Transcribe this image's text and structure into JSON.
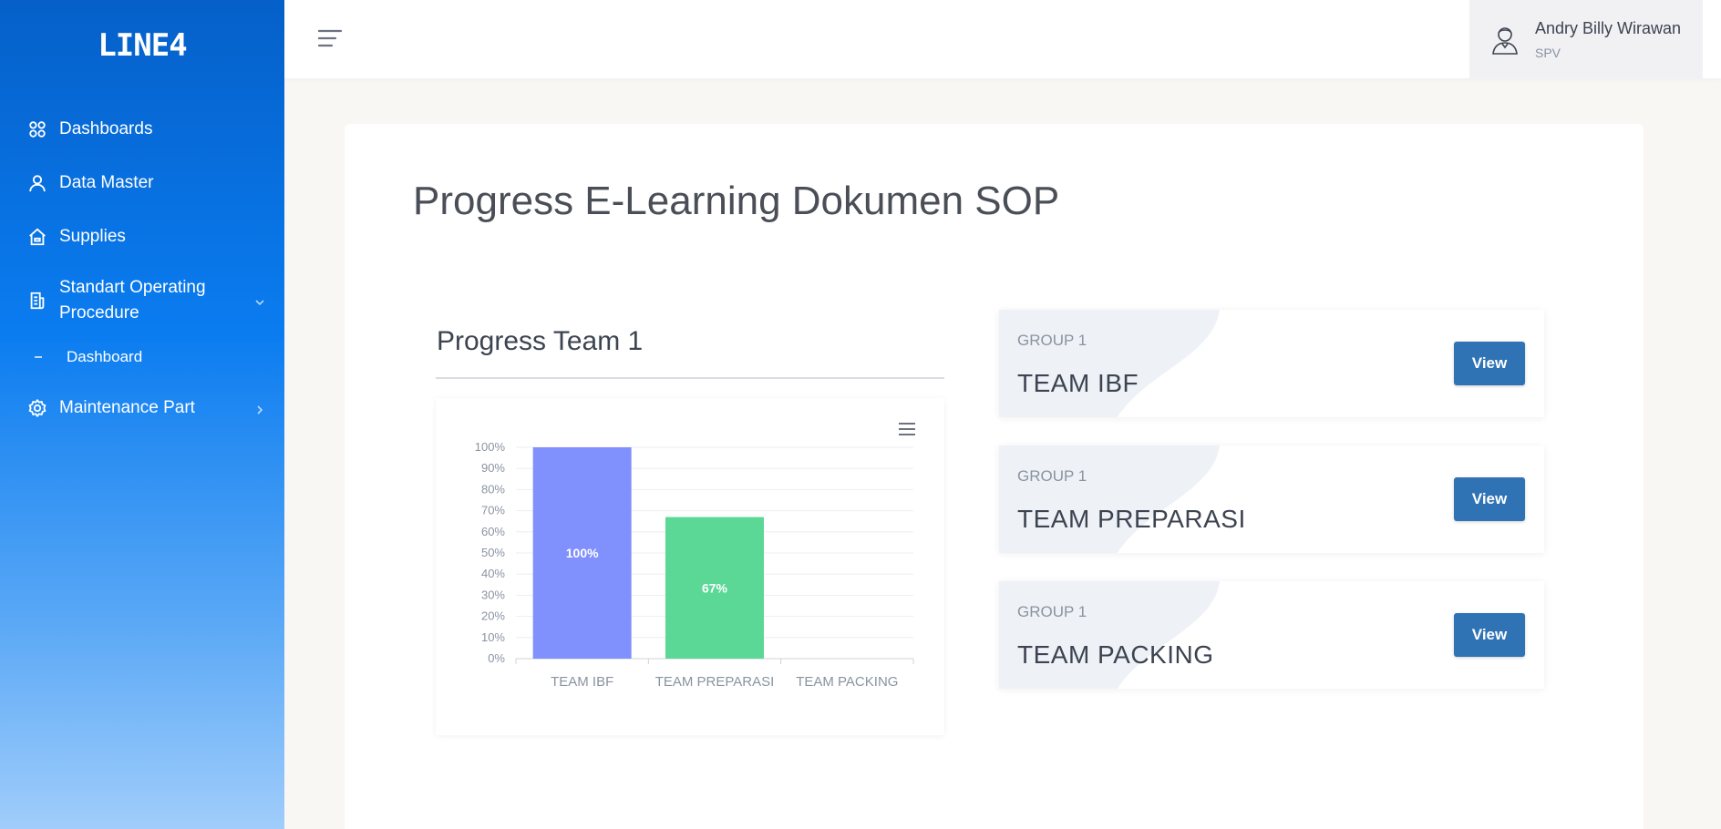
{
  "app": {
    "logo": "LINE4"
  },
  "sidebar": {
    "items": [
      {
        "label": "Dashboards",
        "icon": "grid-icon"
      },
      {
        "label": "Data Master",
        "icon": "user-icon"
      },
      {
        "label": "Supplies",
        "icon": "home-icon"
      },
      {
        "label": "Standart Operating Procedure",
        "icon": "document-icon",
        "expanded": true
      },
      {
        "label": "Maintenance Part",
        "icon": "gear-icon",
        "expanded": false
      }
    ],
    "sub_items": [
      {
        "label": "Dashboard"
      }
    ]
  },
  "header": {
    "user": {
      "name": "Andry Billy Wirawan",
      "role": "SPV"
    }
  },
  "page": {
    "title": "Progress E-Learning Dokumen SOP"
  },
  "chart_section": {
    "title": "Progress Team 1"
  },
  "chart_data": {
    "type": "bar",
    "categories": [
      "TEAM IBF",
      "TEAM PREPARASI",
      "TEAM PACKING"
    ],
    "values": [
      100,
      67,
      0
    ],
    "data_labels": [
      "100%",
      "67%",
      ""
    ],
    "colors": [
      "#8090fc",
      "#5cd896",
      "#5cd896"
    ],
    "yticks": [
      "0%",
      "10%",
      "20%",
      "30%",
      "40%",
      "50%",
      "60%",
      "70%",
      "80%",
      "90%",
      "100%"
    ],
    "ylim": [
      0,
      100
    ],
    "grid": true,
    "title": "",
    "xlabel": "",
    "ylabel": ""
  },
  "teams": [
    {
      "group": "GROUP 1",
      "name": "TEAM IBF",
      "button": "View"
    },
    {
      "group": "GROUP 1",
      "name": "TEAM PREPARASI",
      "button": "View"
    },
    {
      "group": "GROUP 1",
      "name": "TEAM PACKING",
      "button": "View"
    }
  ]
}
